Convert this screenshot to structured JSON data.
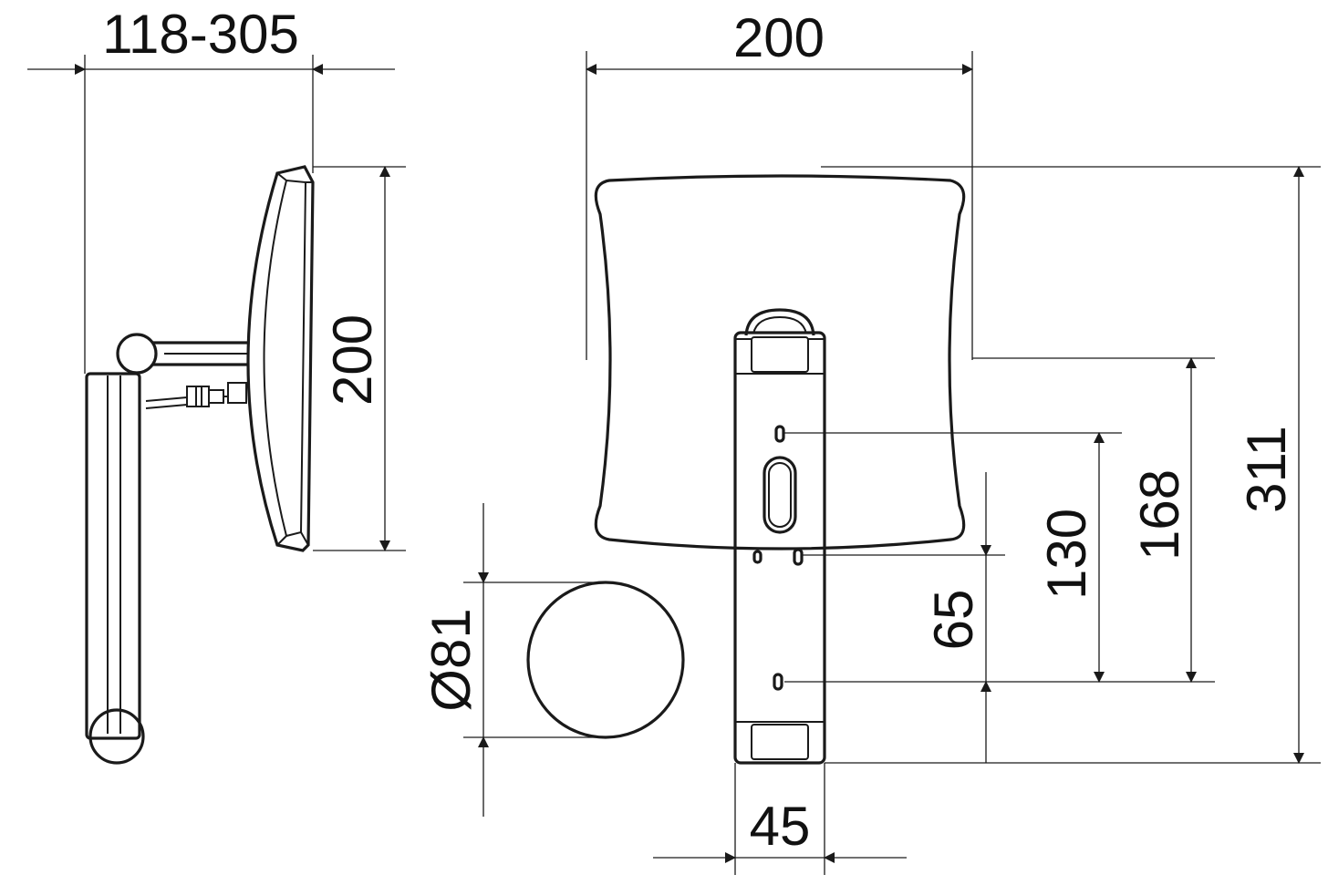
{
  "dimensions": {
    "arm_length": "118-305",
    "side_height": "200",
    "front_width": "200",
    "total_height": "311",
    "holes_168": "168",
    "holes_130": "130",
    "holes_65": "65",
    "plate_width": "45",
    "rosette_diameter": "Ø81"
  },
  "colors": {
    "line": "#1a1a1a",
    "background": "#ffffff"
  }
}
